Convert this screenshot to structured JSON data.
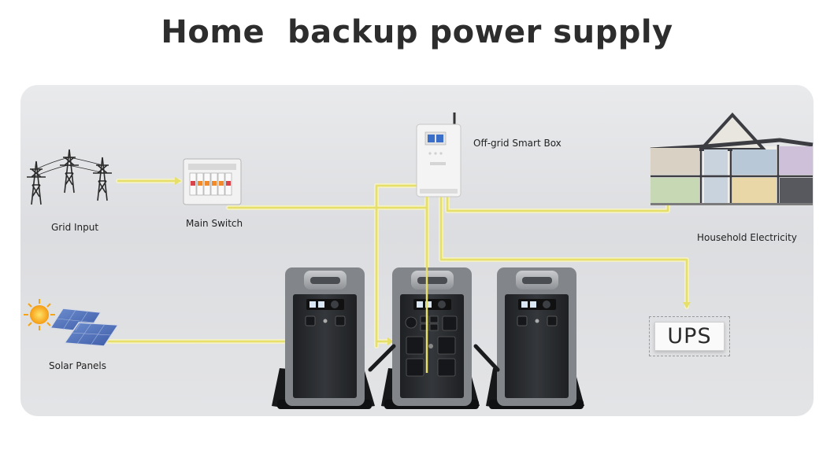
{
  "title": "Home  backup power supply",
  "labels": {
    "grid_input": "Grid Input",
    "main_switch": "Main Switch",
    "smart_box": "Off-grid Smart Box",
    "household": "Household Electricity",
    "solar": "Solar Panels",
    "ups": "UPS"
  },
  "colors": {
    "line": "#e8e27a",
    "line_glow": "#f4f1b0",
    "battery_body": "#2b2d30",
    "battery_frame": "#8a8d91"
  }
}
